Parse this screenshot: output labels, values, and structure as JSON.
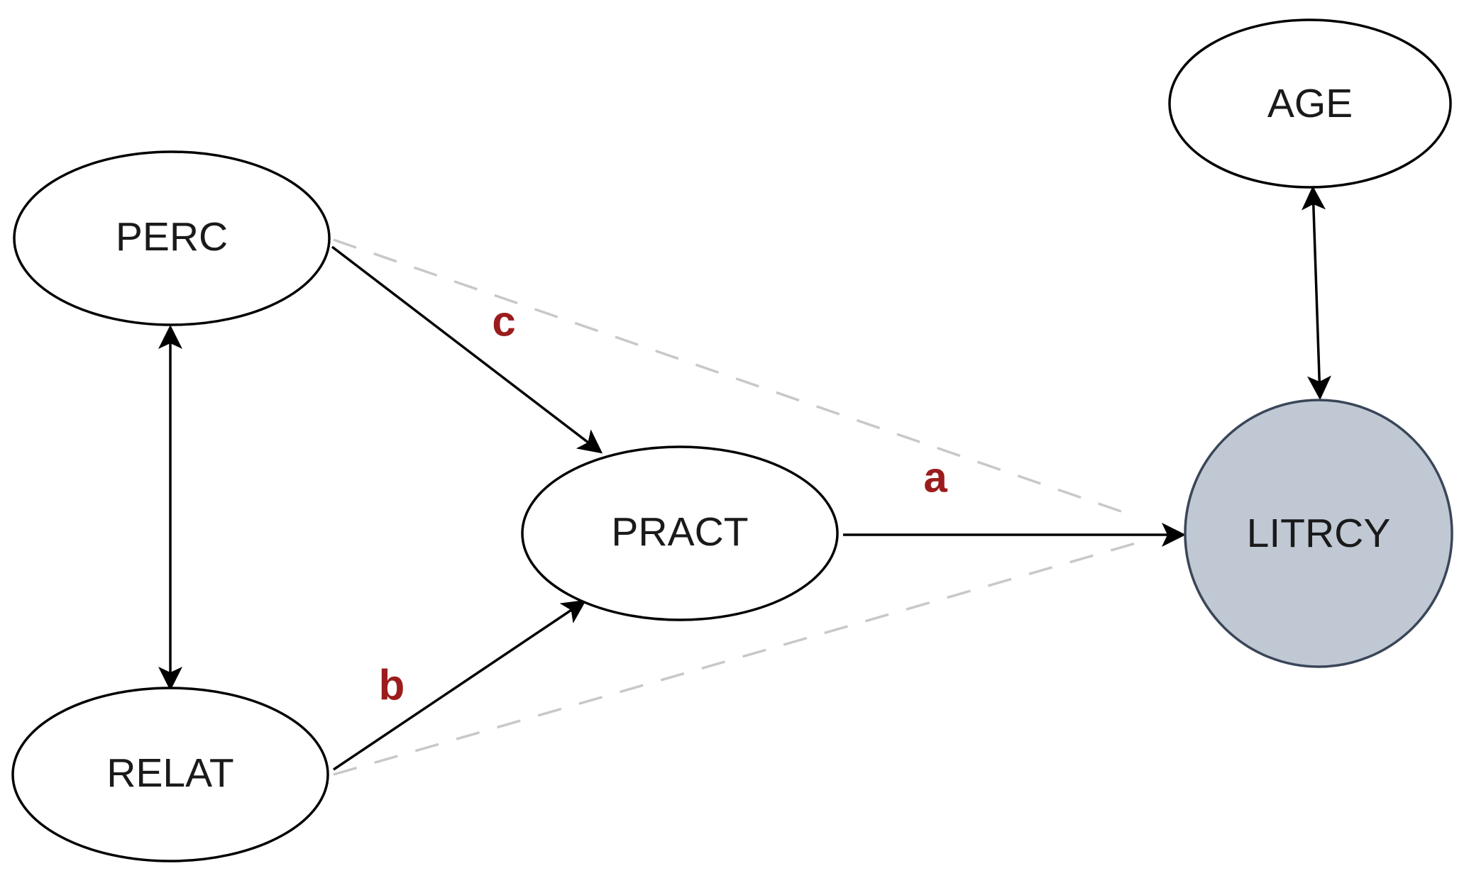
{
  "colors": {
    "highlight_node_fill": "#c0c8d4",
    "label_color": "#9b1c1c"
  },
  "nodes": {
    "perc": {
      "label": "PERC"
    },
    "relat": {
      "label": "RELAT"
    },
    "pract": {
      "label": "PRACT"
    },
    "age": {
      "label": "AGE"
    },
    "litrcy": {
      "label": "LITRCY"
    }
  },
  "paths": {
    "a": "a",
    "b": "b",
    "c": "c"
  }
}
